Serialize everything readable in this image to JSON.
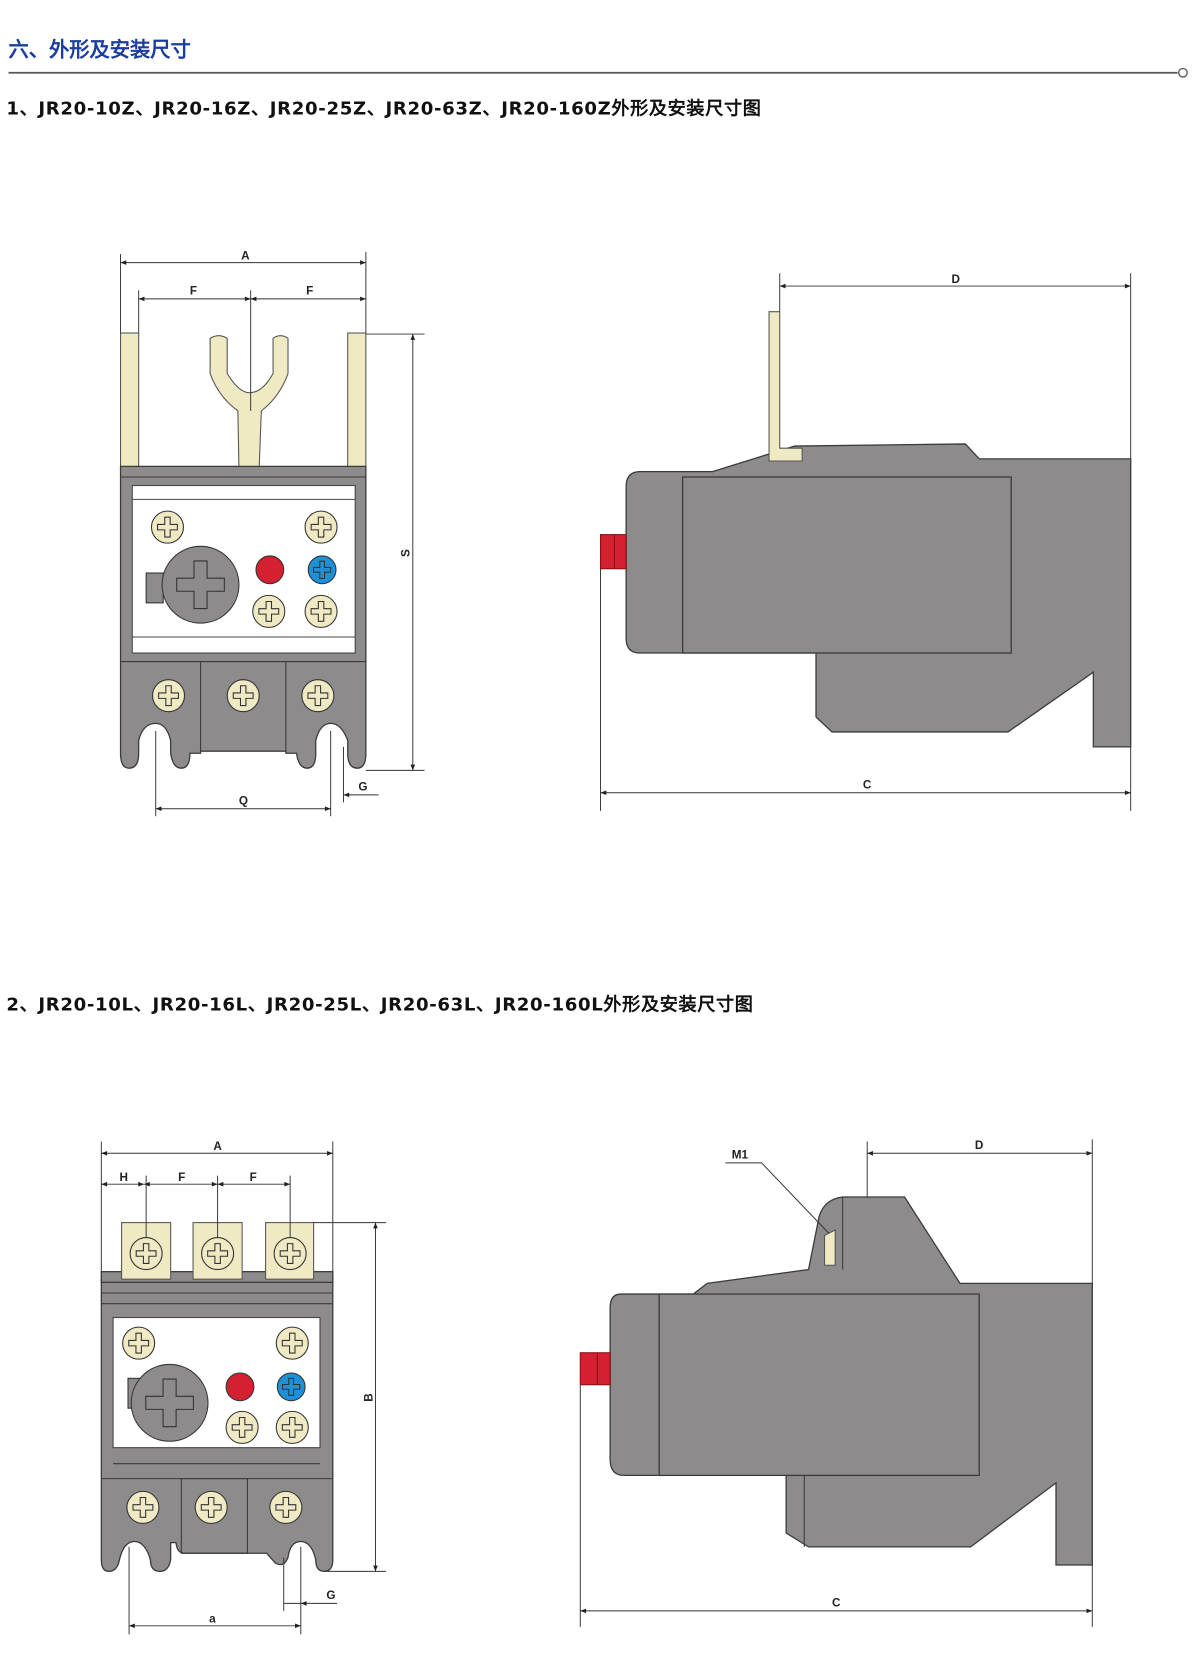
{
  "section_title": "六、外形及安装尺寸",
  "figure1": {
    "title": "1、JR20-10Z、JR20-16Z、JR20-25Z、JR20-63Z、JR20-160Z外形及安装尺寸图",
    "front_labels": {
      "A": "A",
      "F1": "F",
      "F2": "F",
      "S": "S",
      "Q": "Q",
      "G": "G"
    },
    "side_labels": {
      "D": "D",
      "C": "C"
    }
  },
  "figure2": {
    "title": "2、JR20-10L、JR20-16L、JR20-25L、JR20-63L、JR20-160L外形及安装尺寸图",
    "front_labels": {
      "A": "A",
      "H": "H",
      "F1": "F",
      "F2": "F",
      "B": "B",
      "a": "a",
      "G": "G"
    },
    "side_labels": {
      "M1": "M1",
      "D": "D",
      "C": "C"
    }
  },
  "colors": {
    "title_blue": "#1a3d9e",
    "body_gray": "#8e8b8c",
    "terminal_yellow": "#efe9c4",
    "indicator_red": "#d42030",
    "reset_blue": "#1e90d8"
  }
}
